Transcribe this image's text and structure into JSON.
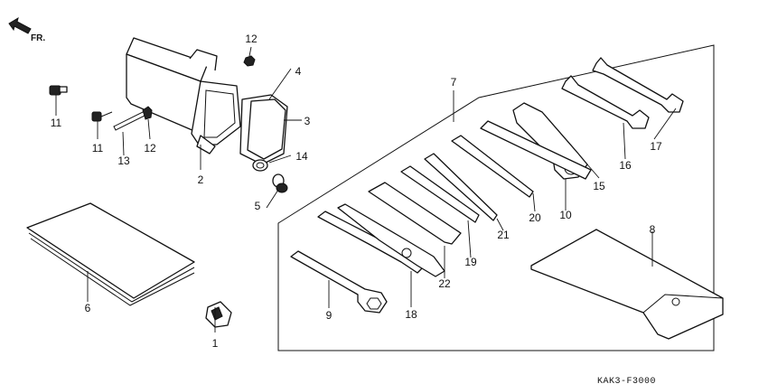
{
  "direction_label": "FR.",
  "diagram_code": "KAK3-F3000",
  "callouts": {
    "c1": "1",
    "c2": "2",
    "c3": "3",
    "c4": "4",
    "c5": "5",
    "c6": "6",
    "c7": "7",
    "c8": "8",
    "c9": "9",
    "c10": "10",
    "c11a": "11",
    "c11b": "11",
    "c12a": "12",
    "c12b": "12",
    "c13": "13",
    "c14": "14",
    "c15": "15",
    "c16": "16",
    "c17": "17",
    "c18": "18",
    "c19": "19",
    "c20": "20",
    "c21": "21",
    "c22": "22"
  }
}
